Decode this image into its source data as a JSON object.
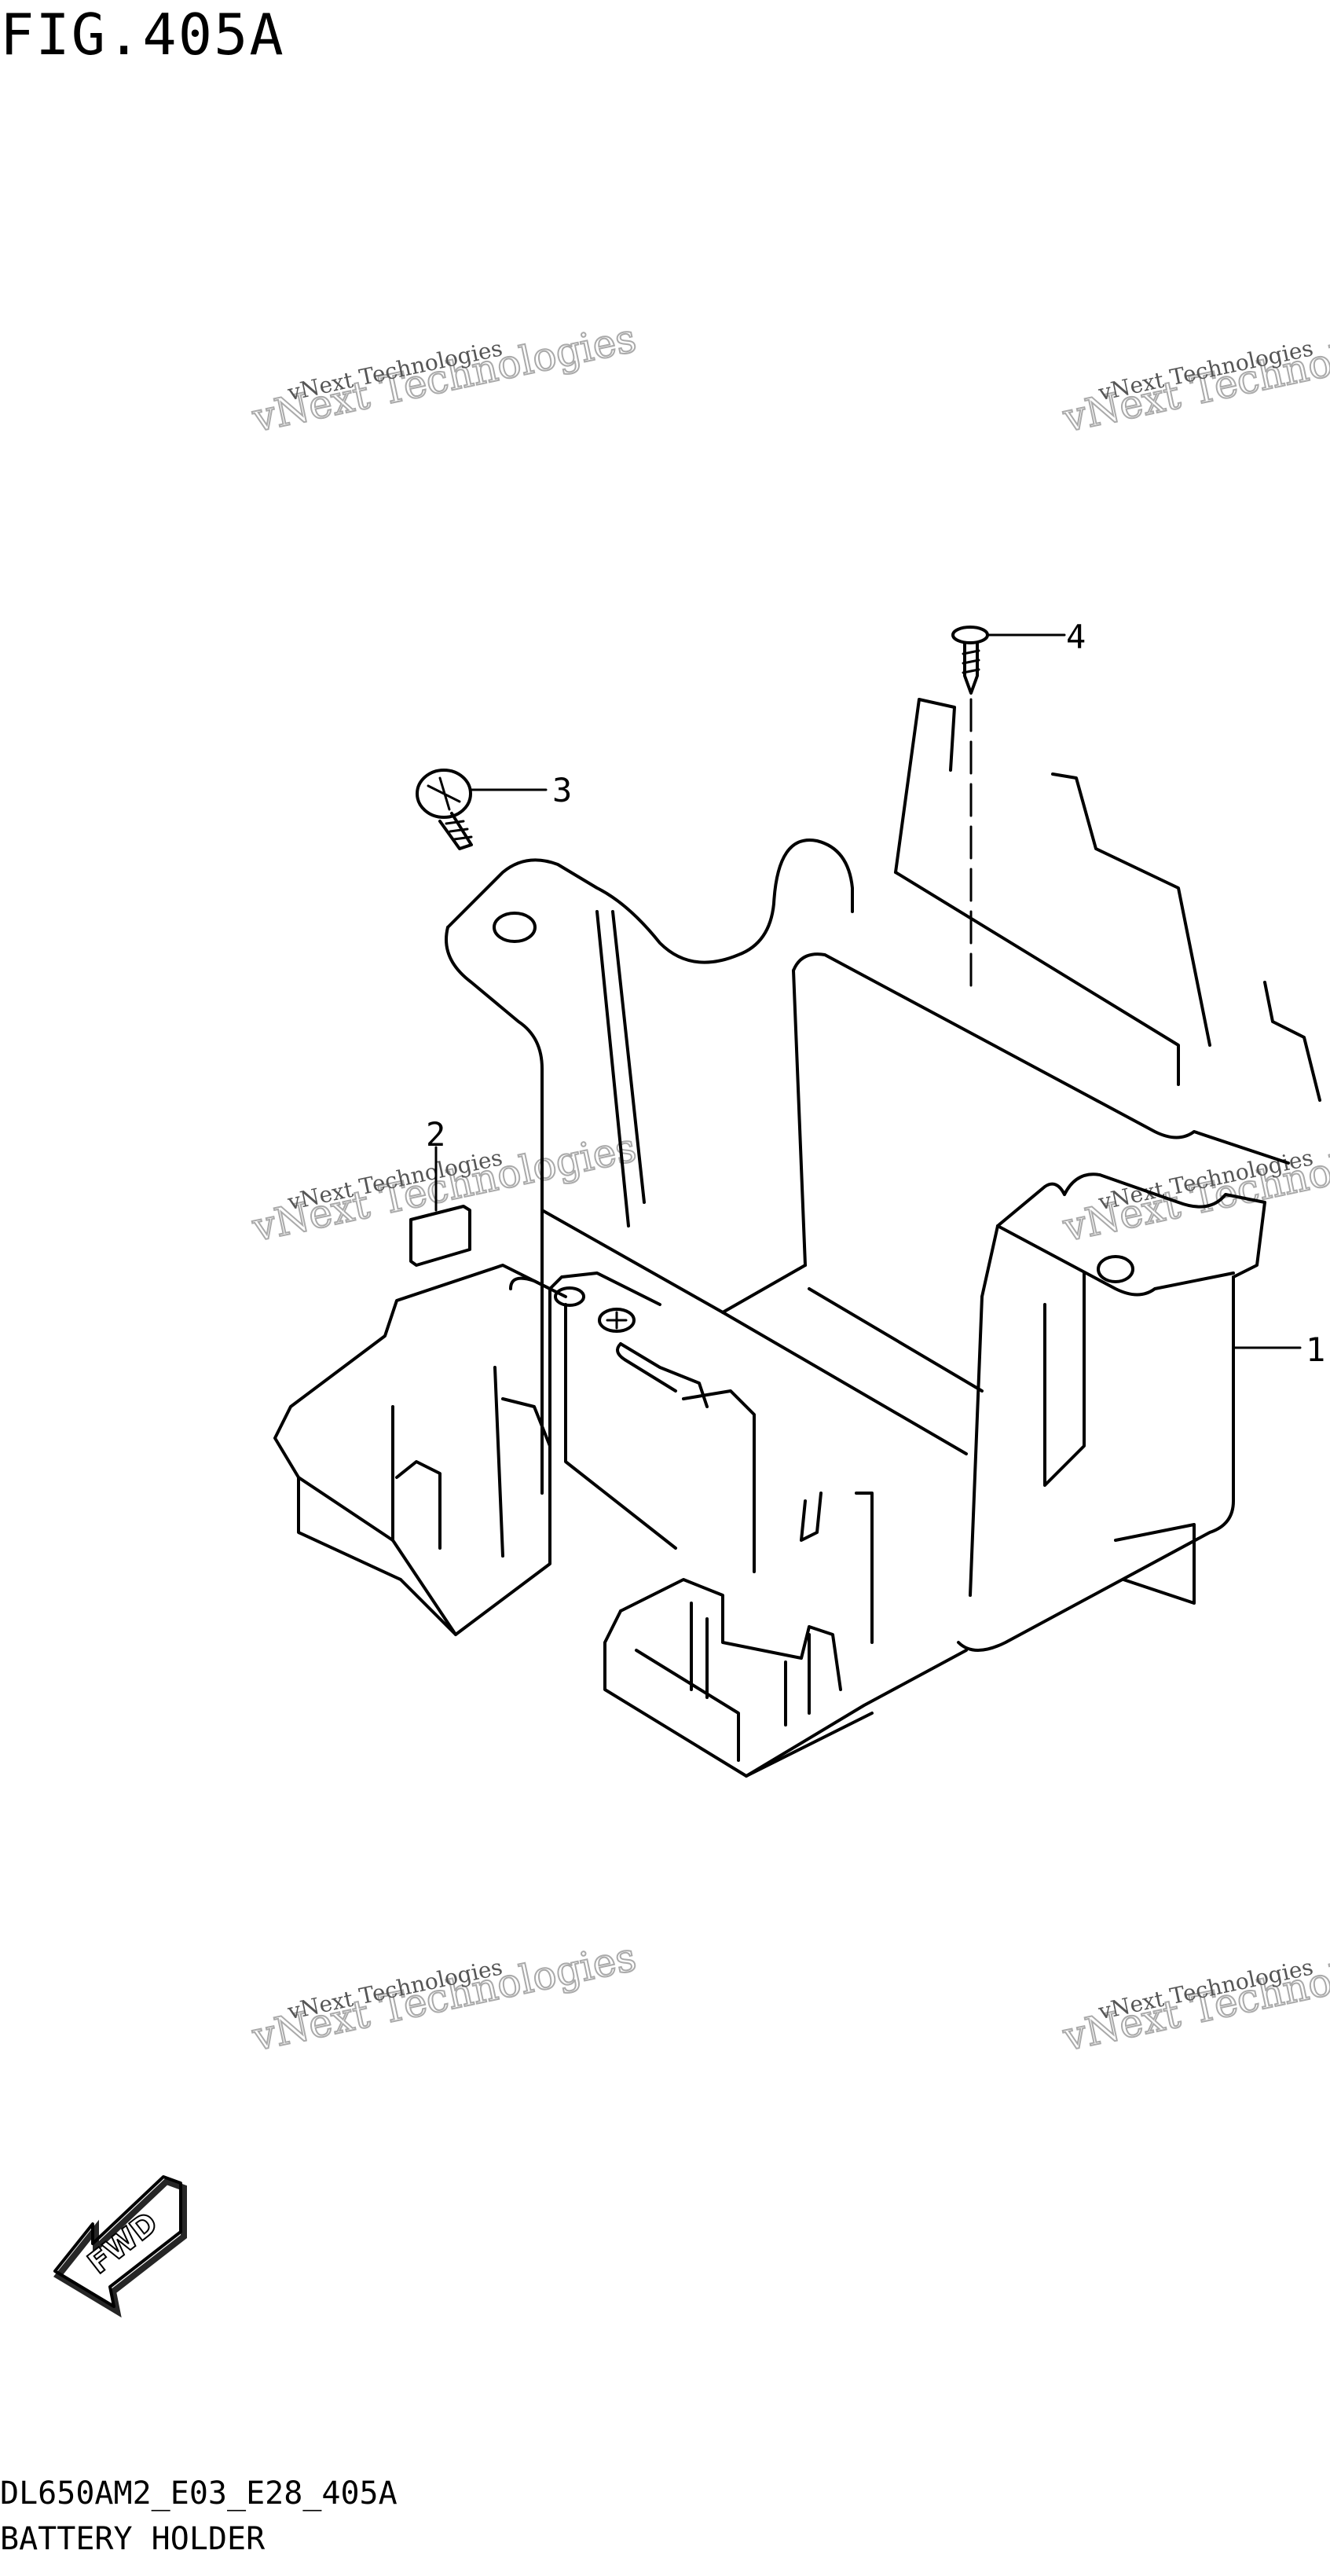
{
  "figure": {
    "title": "FIG.405A"
  },
  "footer": {
    "code": "DL650AM2_E03_E28_405A",
    "name": "BATTERY HOLDER"
  },
  "callouts": [
    "1",
    "2",
    "3",
    "4"
  ],
  "watermark": {
    "line1": "vNext Technologies",
    "line2": "vNext Technologies"
  },
  "direction_arrow": {
    "label": "FWD"
  }
}
